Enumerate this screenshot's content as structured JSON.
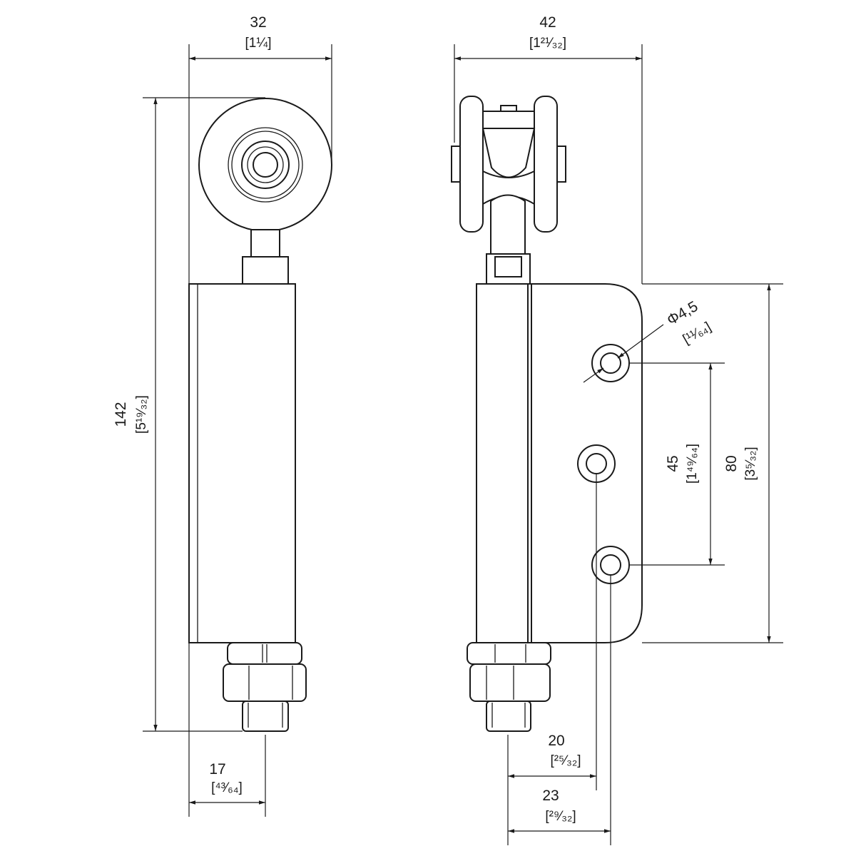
{
  "dimensions": {
    "front_width": {
      "metric": "32",
      "imperial": "[1¼]"
    },
    "side_width": {
      "metric": "42",
      "imperial": "[1²¹⁄₃₂]"
    },
    "total_height": {
      "metric": "142",
      "imperial": "[5¹⁹⁄₃₂]"
    },
    "hole_diameter": {
      "metric": "Φ4,5",
      "imperial": "[¹¹⁄₆₄]"
    },
    "hole_spacing": {
      "metric": "45",
      "imperial": "[1⁴⁹⁄₆₄]"
    },
    "plate_height": {
      "metric": "80",
      "imperial": "[3⁵⁄₃₂]"
    },
    "bolt_offset": {
      "metric": "17",
      "imperial": "[⁴³⁄₆₄]"
    },
    "hole_offset_1": {
      "metric": "20",
      "imperial": "[²⁵⁄₃₂]"
    },
    "hole_offset_2": {
      "metric": "23",
      "imperial": "[²⁹⁄₃₂]"
    }
  }
}
